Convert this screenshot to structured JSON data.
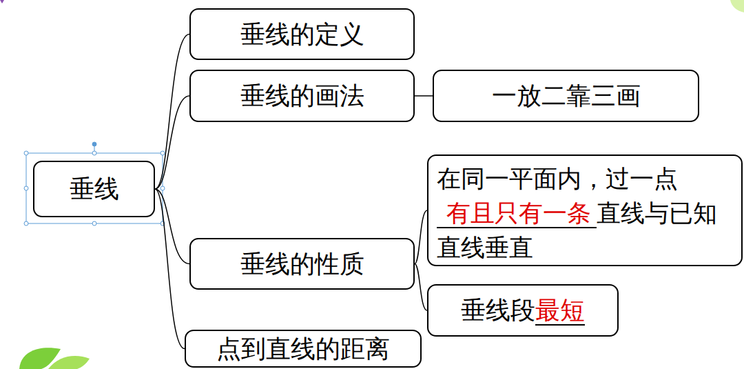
{
  "diagram": {
    "nodes": [
      {
        "text": [
          "垂线"
        ]
      },
      {
        "text": [
          "垂线的定义"
        ]
      },
      {
        "text": [
          "垂线的画法"
        ]
      },
      {
        "text": [
          "一放二靠三画"
        ]
      },
      {
        "text": [
          "垂线的性质"
        ]
      },
      {
        "text": [
          "在同一平面内，过一点",
          "有且只有一条",
          "直线与已知直线垂直"
        ]
      },
      {
        "text": [
          "垂线段",
          "最短"
        ]
      },
      {
        "text": [
          "点到直线的距离"
        ]
      }
    ],
    "edges": [
      {
        "from": 0,
        "to": 1,
        "arrow": "none"
      },
      {
        "from": 0,
        "to": 2,
        "arrow": "none"
      },
      {
        "from": 0,
        "to": 4,
        "arrow": "none"
      },
      {
        "from": 0,
        "to": 7,
        "arrow": "none"
      },
      {
        "from": 2,
        "to": 3,
        "arrow": "none"
      },
      {
        "from": 4,
        "to": 5,
        "arrow": "none"
      },
      {
        "from": 4,
        "to": 6,
        "arrow": "none"
      }
    ]
  }
}
